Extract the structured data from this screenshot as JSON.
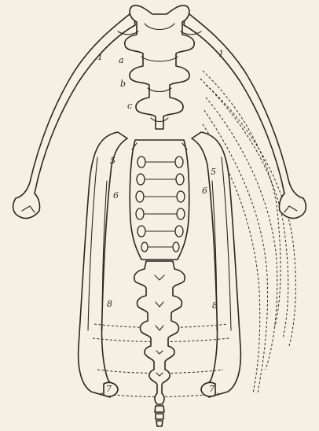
{
  "figure": {
    "labels": {
      "rib1_left": "1",
      "rib1_right": "1",
      "vertebra_a": "a",
      "vertebra_b": "b",
      "vertebra_c": "c",
      "rib5_left": "5",
      "rib5_right": "5",
      "rib6_left": "6",
      "rib6_right": "6",
      "rib8_left": "8",
      "rib8_right": "8",
      "rib7_left": "7",
      "rib7_right": "7"
    }
  }
}
